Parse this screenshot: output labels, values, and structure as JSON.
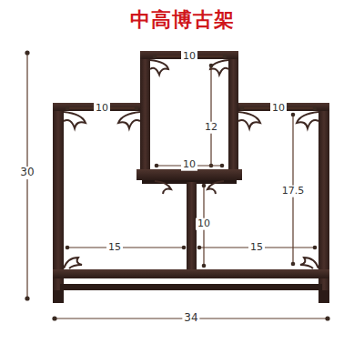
{
  "diagram": {
    "title": "中高博古架",
    "labels": [
      "30",
      "10",
      "10",
      "10",
      "12",
      "10",
      "17.5",
      "10",
      "15",
      "15",
      "34"
    ]
  }
}
